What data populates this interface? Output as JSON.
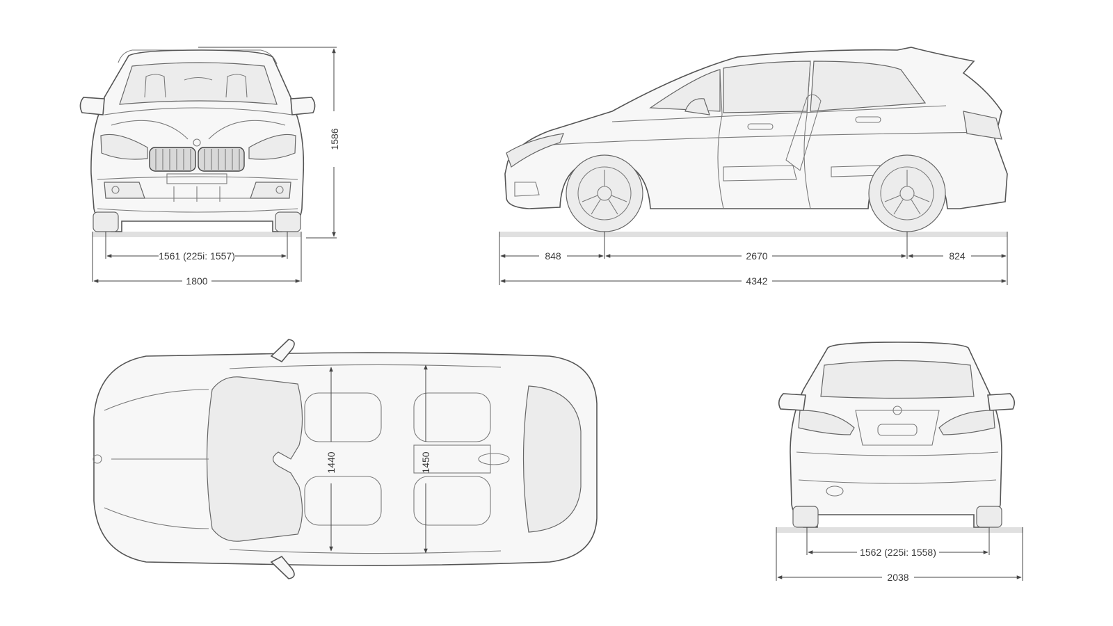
{
  "dimensions": {
    "front_track": "1561 (225i: 1557)",
    "front_width": "1800",
    "height": "1586",
    "front_overhang": "848",
    "wheelbase": "2670",
    "rear_overhang": "824",
    "length": "4342",
    "front_interior_width": "1440",
    "rear_interior_width": "1450",
    "rear_track": "1562 (225i: 1558)",
    "width_mirrors": "2038"
  },
  "colors": {
    "line": "#555555",
    "body": "#f7f7f7",
    "ground": "#e0e0e0"
  }
}
